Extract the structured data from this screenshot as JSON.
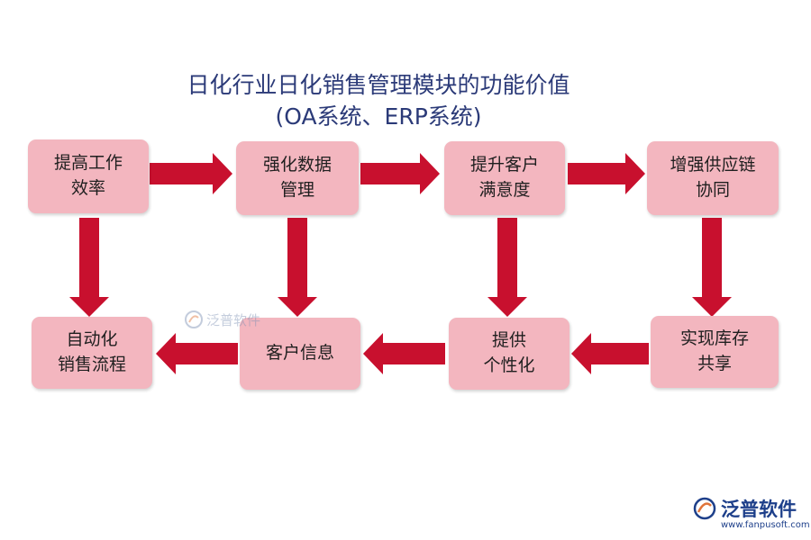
{
  "title": {
    "line1": "日化行业日化销售管理模块的功能价值",
    "line2": "(OA系统、ERP系统)"
  },
  "nodes": {
    "improve_efficiency": [
      "提高工作",
      "效率"
    ],
    "strengthen_data": [
      "强化数据",
      "管理"
    ],
    "customer_satisfaction": [
      "提升客户",
      "满意度"
    ],
    "supply_chain": [
      "增强供应链",
      "协同"
    ],
    "auto_sales": [
      "自动化",
      "销售流程"
    ],
    "customer_info": [
      "客户信息"
    ],
    "personalization": [
      "提供",
      "个性化"
    ],
    "inventory_sharing": [
      "实现库存",
      "共享"
    ]
  },
  "watermark": {
    "brand": "泛普软件",
    "url": "www.fanpusoft.com"
  },
  "colors": {
    "box_fill": "#f3b6bf",
    "arrow": "#c8102e",
    "title": "#2b3a78"
  }
}
